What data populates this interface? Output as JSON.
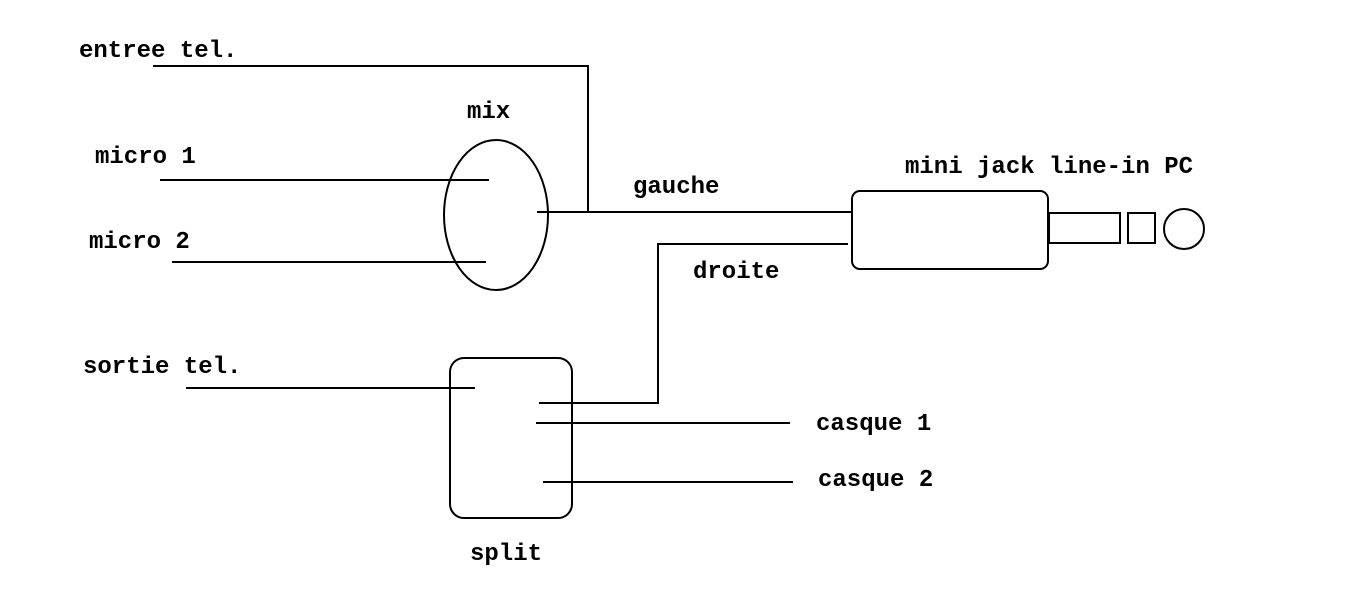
{
  "colors": {
    "background": "#ffffff",
    "ink": "#000000"
  },
  "inputs": {
    "phone_in": "entree tel.",
    "mic_1": "micro 1",
    "mic_2": "micro 2",
    "phone_out": "sortie tel."
  },
  "nodes": {
    "mix": "mix",
    "split": "split",
    "jack": "mini jack line-in PC"
  },
  "channels": {
    "left": "gauche",
    "right": "droite"
  },
  "outputs": {
    "headset_1": "casque 1",
    "headset_2": "casque 2"
  }
}
